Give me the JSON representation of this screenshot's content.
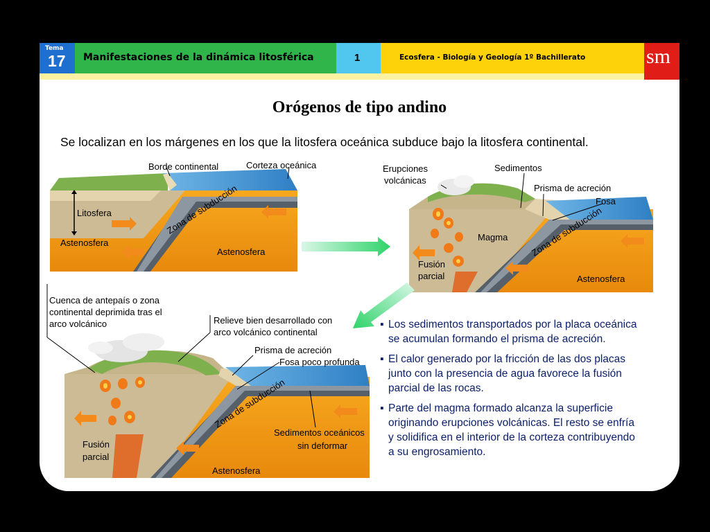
{
  "header": {
    "tema_label": "Tema",
    "tema_number": "17",
    "section_title": "Manifestaciones de la dinámica litosférica",
    "page_number": "1",
    "book_title": "Ecosfera - Biología y Geología 1º Bachillerato",
    "logo": "sm",
    "colors": {
      "tema": "#1f6fd1",
      "section": "#2fb54a",
      "page": "#51c6ee",
      "book": "#fdd20b",
      "logo": "#e11d18"
    }
  },
  "title": "Orógenos de tipo andino",
  "subtitle": "Se localizan en los márgenes en los que la litosfera oceánica subduce bajo la litosfera continental.",
  "diagram1": {
    "borde_continental": "Borde continental",
    "corteza_oceanica": "Corteza oceánica",
    "litosfera": "Litosfera",
    "zona_subduccion": "Zona de subducción",
    "astenosfera_left": "Astenosfera",
    "astenosfera_right": "Astenosfera"
  },
  "diagram2": {
    "erupciones_1": "Erupciones",
    "erupciones_2": "volcánicas",
    "sedimentos": "Sedimentos",
    "prisma": "Prisma de acreción",
    "fosa": "Fosa",
    "magma": "Magma",
    "zona_subduccion": "Zona de subducción",
    "fusion_1": "Fusión",
    "fusion_2": "parcial",
    "astenosfera": "Astenosfera"
  },
  "diagram3": {
    "cuenca_1": "Cuenca de antepaís o zona",
    "cuenca_2": "continental deprimida tras el",
    "cuenca_3": "arco volcánico",
    "relieve_1": "Relieve bien desarrollado con",
    "relieve_2": "arco volcánico continental",
    "prisma": "Prisma de acreción",
    "fosa": "Fosa poco profunda",
    "zona_subduccion": "Zona de subducción",
    "sedimentos_1": "Sedimentos oceánicos",
    "sedimentos_2": "sin deformar",
    "fusion_1": "Fusión",
    "fusion_2": "parcial",
    "astenosfera": "Astenosfera"
  },
  "bullets": [
    {
      "lines": [
        "Los sedimentos transportados por la placa oceánica",
        "se acumulan formando el prisma de acreción."
      ]
    },
    {
      "lines": [
        "El calor generado por la fricción de las dos placas",
        "junto con la presencia de agua favorece la fusión",
        "parcial de las rocas."
      ]
    },
    {
      "lines": [
        "Parte del magma formado alcanza la superficie",
        "originando erupciones volcánicas. El resto se enfría",
        "y solidifica en el interior de la corteza contribuyendo",
        "a su engrosamiento."
      ]
    }
  ],
  "bullet_marker": "▪"
}
